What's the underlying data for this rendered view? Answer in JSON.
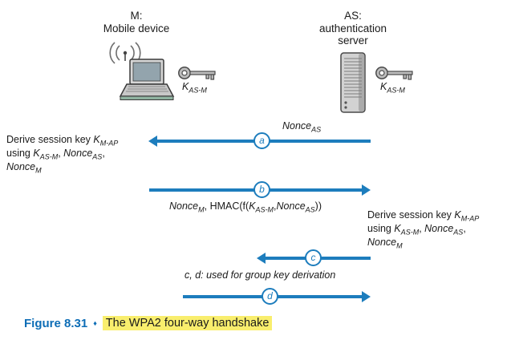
{
  "colors": {
    "arrow": "#1d7dbd",
    "caption": "#0d6db6",
    "highlight": "#f9ee6d",
    "ink": "#1a1a1a"
  },
  "icons": {
    "mobile": "laptop-with-wifi-waves-icon",
    "mobile_key": "key-icon",
    "server": "server-tower-icon",
    "server_key": "key-icon",
    "caption_separator": "diamond-icon"
  },
  "mobile": {
    "title_line1": "M:",
    "title_line2": "Mobile device",
    "key_label": [
      {
        "t": "K",
        "i": 1
      },
      {
        "t": "AS-M",
        "i": 1,
        "sub": 1
      }
    ]
  },
  "server": {
    "title_line1": "AS:",
    "title_line2": "authentication",
    "title_line3": "server",
    "key_label": [
      {
        "t": "K",
        "i": 1
      },
      {
        "t": "AS-M",
        "i": 1,
        "sub": 1
      }
    ]
  },
  "messages": {
    "a": {
      "badge": "a",
      "label": [
        {
          "t": "Nonce",
          "i": 1
        },
        {
          "t": "AS",
          "i": 1,
          "sub": 1
        }
      ]
    },
    "b": {
      "badge": "b",
      "label": [
        {
          "t": "Nonce",
          "i": 1
        },
        {
          "t": "M",
          "i": 1,
          "sub": 1
        },
        {
          "t": ", HMAC(f("
        },
        {
          "t": "K",
          "i": 1
        },
        {
          "t": "AS-M",
          "i": 1,
          "sub": 1
        },
        {
          "t": ","
        },
        {
          "t": "Nonce",
          "i": 1
        },
        {
          "t": "AS",
          "i": 1,
          "sub": 1
        },
        {
          "t": "))"
        }
      ]
    },
    "c": {
      "badge": "c"
    },
    "d": {
      "badge": "d"
    },
    "group_note": [
      {
        "t": "c, d: used for group key derivation",
        "i": 1
      }
    ]
  },
  "annotations": {
    "left": {
      "line1": [
        {
          "t": "Derive session key "
        },
        {
          "t": "K",
          "i": 1
        },
        {
          "t": "M-AP",
          "i": 1,
          "sub": 1
        }
      ],
      "line2": [
        {
          "t": "using "
        },
        {
          "t": "K",
          "i": 1
        },
        {
          "t": "AS-M",
          "i": 1,
          "sub": 1
        },
        {
          "t": ", "
        },
        {
          "t": "Nonce",
          "i": 1
        },
        {
          "t": "AS",
          "i": 1,
          "sub": 1
        },
        {
          "t": ","
        }
      ],
      "line3": [
        {
          "t": "Nonce",
          "i": 1
        },
        {
          "t": "M",
          "i": 1,
          "sub": 1
        }
      ]
    },
    "right": {
      "line1": [
        {
          "t": "Derive session key "
        },
        {
          "t": "K",
          "i": 1
        },
        {
          "t": "M-AP",
          "i": 1,
          "sub": 1
        }
      ],
      "line2": [
        {
          "t": "using "
        },
        {
          "t": "K",
          "i": 1
        },
        {
          "t": "AS-M",
          "i": 1,
          "sub": 1
        },
        {
          "t": ", "
        },
        {
          "t": "Nonce",
          "i": 1
        },
        {
          "t": "AS",
          "i": 1,
          "sub": 1
        },
        {
          "t": ","
        }
      ],
      "line3": [
        {
          "t": "Nonce",
          "i": 1
        },
        {
          "t": "M",
          "i": 1,
          "sub": 1
        }
      ]
    }
  },
  "caption": {
    "figure_label": "Figure 8.31",
    "separator": "♦",
    "title": "The WPA2 four-way handshake"
  }
}
